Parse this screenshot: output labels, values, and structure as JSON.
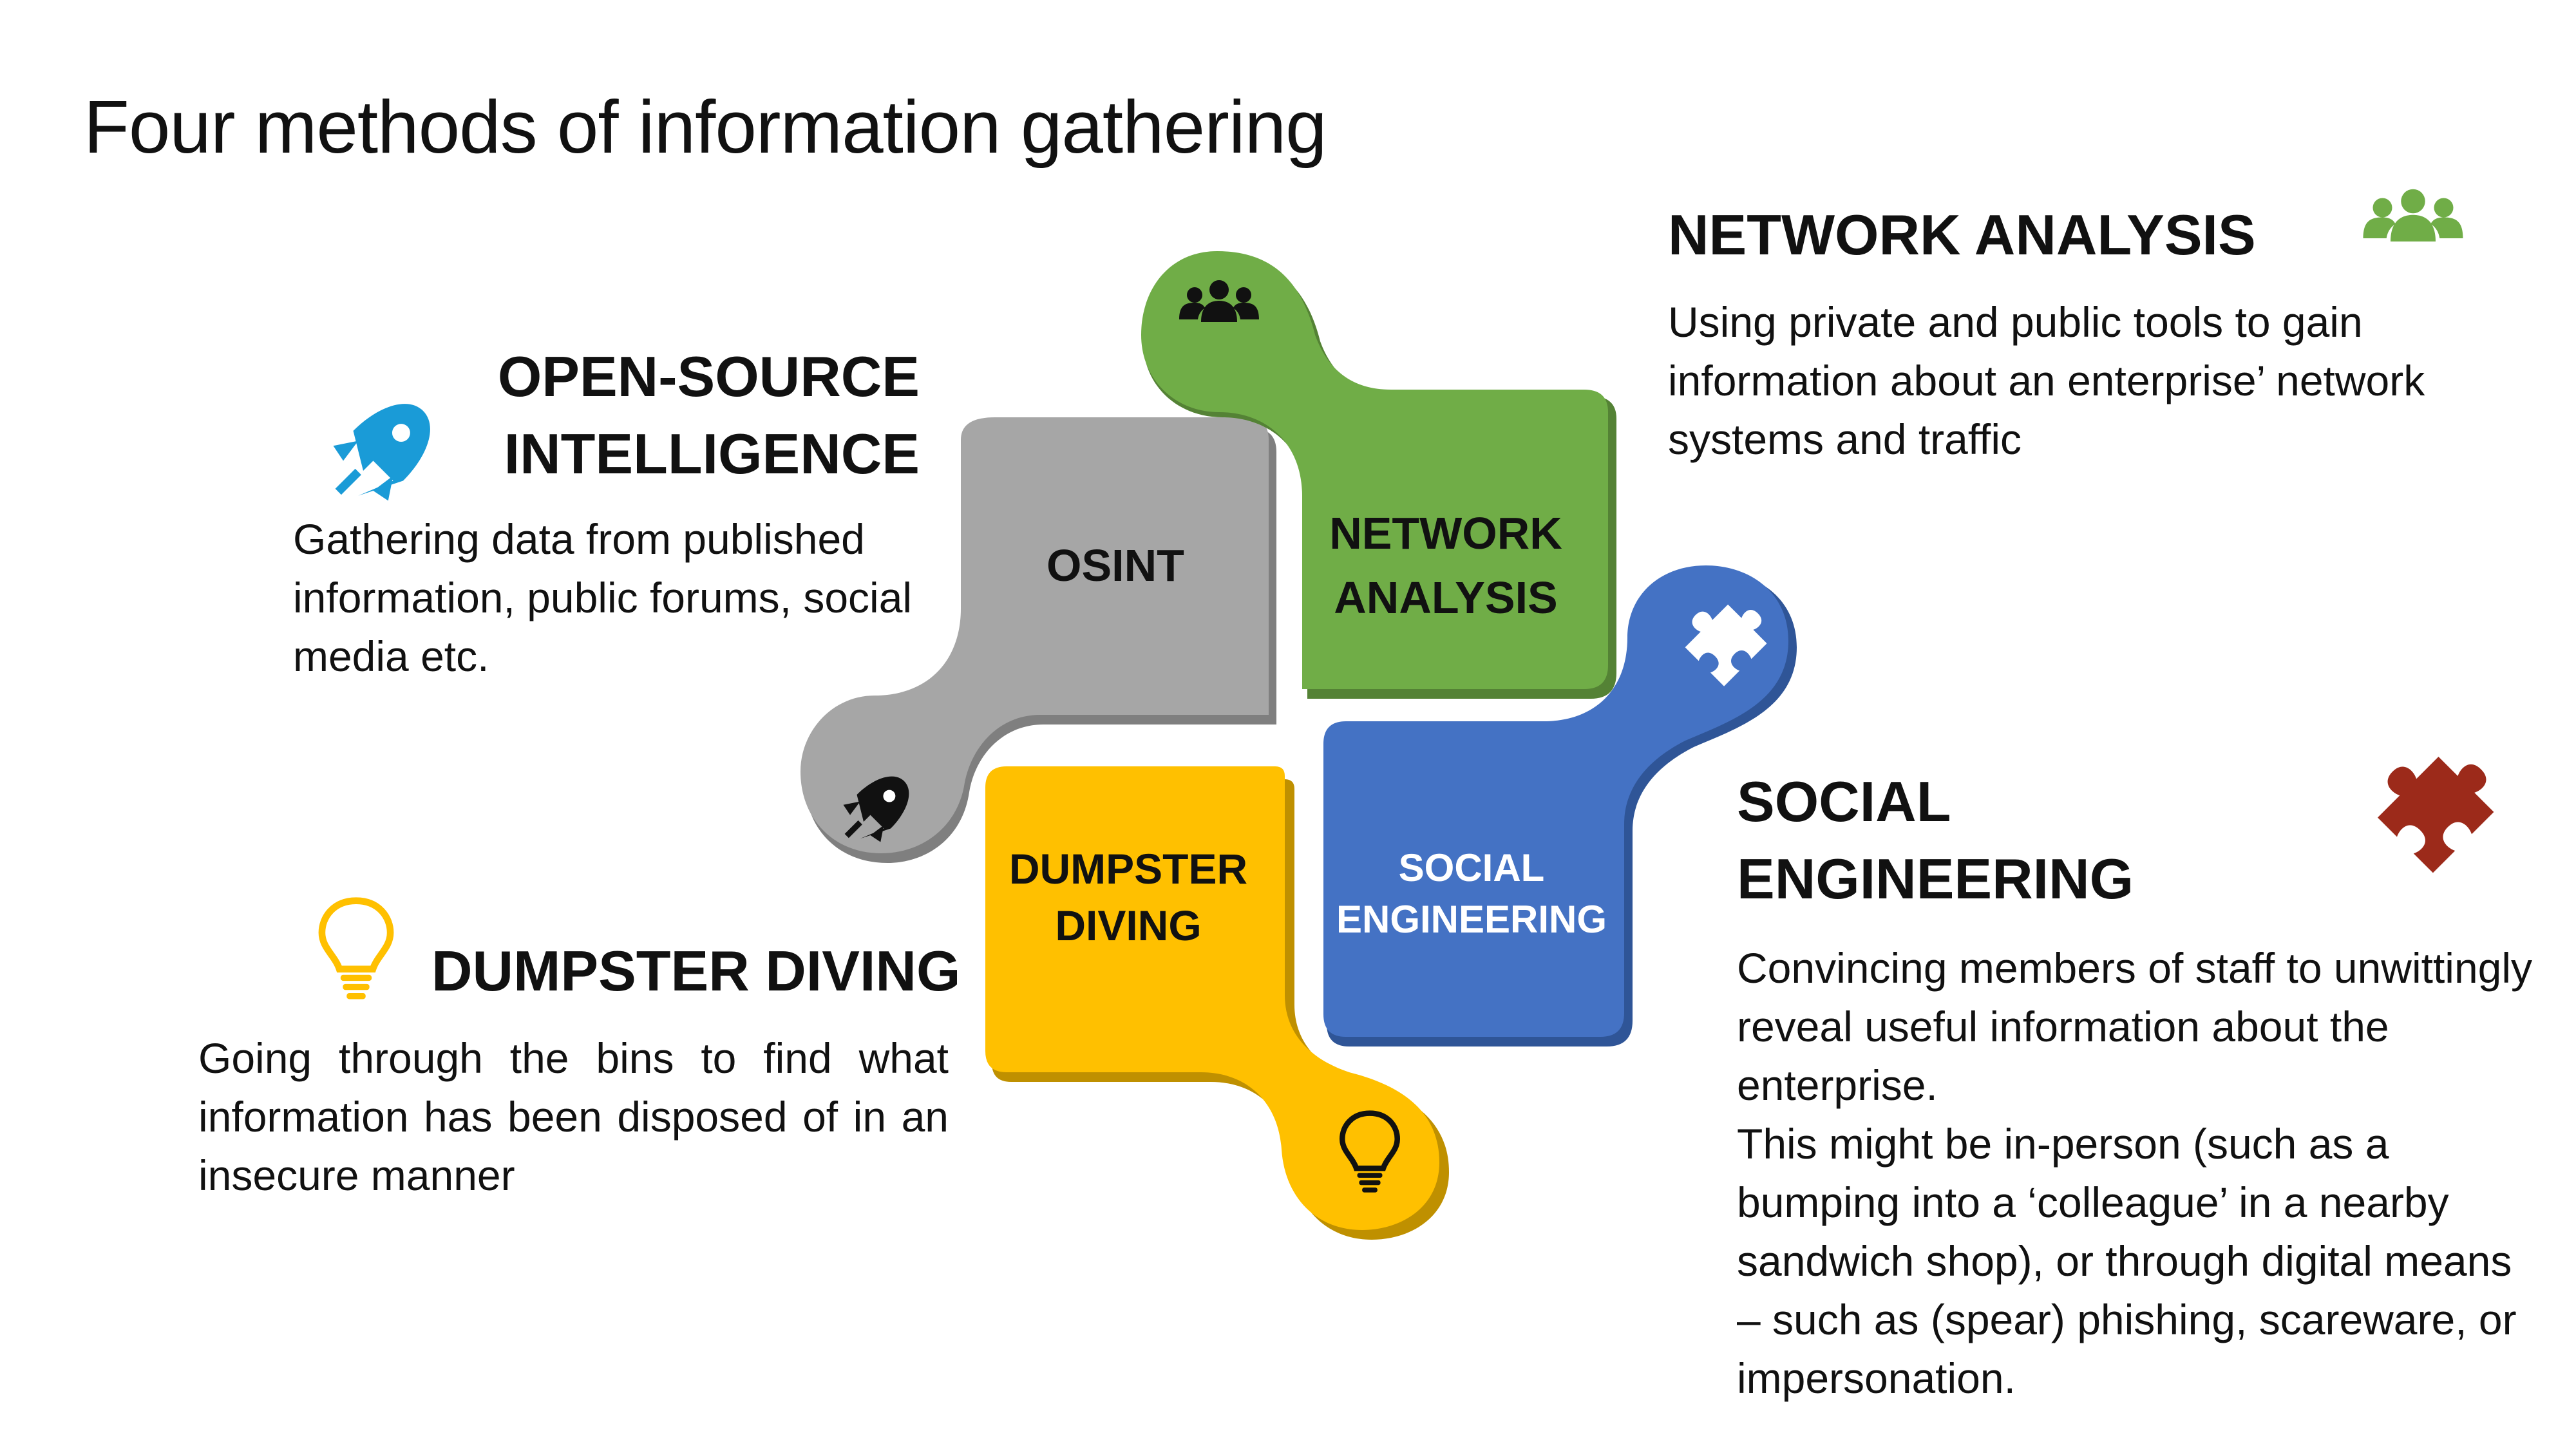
{
  "title": "Four methods of information gathering",
  "tiles": {
    "osint": "OSINT",
    "network_line1": "NETWORK",
    "network_line2": "ANALYSIS",
    "dumpster_line1": "DUMPSTER",
    "dumpster_line2": "DIVING",
    "social_line1": "SOCIAL",
    "social_line2": "ENGINEERING"
  },
  "sections": {
    "osint": {
      "heading_line1": "OPEN-SOURCE",
      "heading_line2": "INTELLIGENCE",
      "description": "Gathering data from published information, public forums, social media etc.",
      "icon": "rocket-icon"
    },
    "dumpster": {
      "heading": "DUMPSTER DIVING",
      "description": "Going through the bins to find what information has been disposed of in an insecure manner",
      "icon": "lightbulb-icon"
    },
    "network": {
      "heading": "NETWORK ANALYSIS",
      "description": "Using private and public tools to gain information about an enterprise’ network systems and traffic",
      "icon": "people-group-icon"
    },
    "social": {
      "heading_line1": "SOCIAL",
      "heading_line2": "ENGINEERING",
      "description_p1": "Convincing members of staff to unwittingly reveal useful information about the enterprise.",
      "description_p2": "This might be in-person (such as a bumping into a ‘colleague’ in a nearby sandwich shop), or through digital means – such as (spear) phishing, scareware, or impersonation.",
      "icon": "puzzle-piece-icon"
    }
  },
  "colors": {
    "osint": "#A6A6A6",
    "network": "#70AD47",
    "dumpster": "#FFC000",
    "social": "#4472C4",
    "rocket_icon": "#1A9BD7",
    "people_icon": "#70AD47",
    "bulb_icon": "#FFC000",
    "puzzle_icon": "#9C2A1A"
  }
}
